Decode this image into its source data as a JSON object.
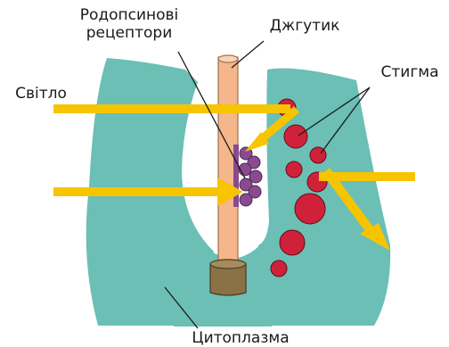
{
  "labels": {
    "receptors_line1": "Родопсинові",
    "receptors_line2": "рецептори",
    "flagellum": "Джгутик",
    "stigma": "Стигма",
    "light": "Світло",
    "cytoplasm": "Цитоплазма"
  },
  "colors": {
    "cytoplasm": "#6bbfb5",
    "flagellum": "#f4b68a",
    "flagellum_base": "#8a7246",
    "stigma": "#d0213a",
    "receptor": "#8a4a90",
    "light_arrow": "#f7c400",
    "line": "#1a1a1a"
  }
}
